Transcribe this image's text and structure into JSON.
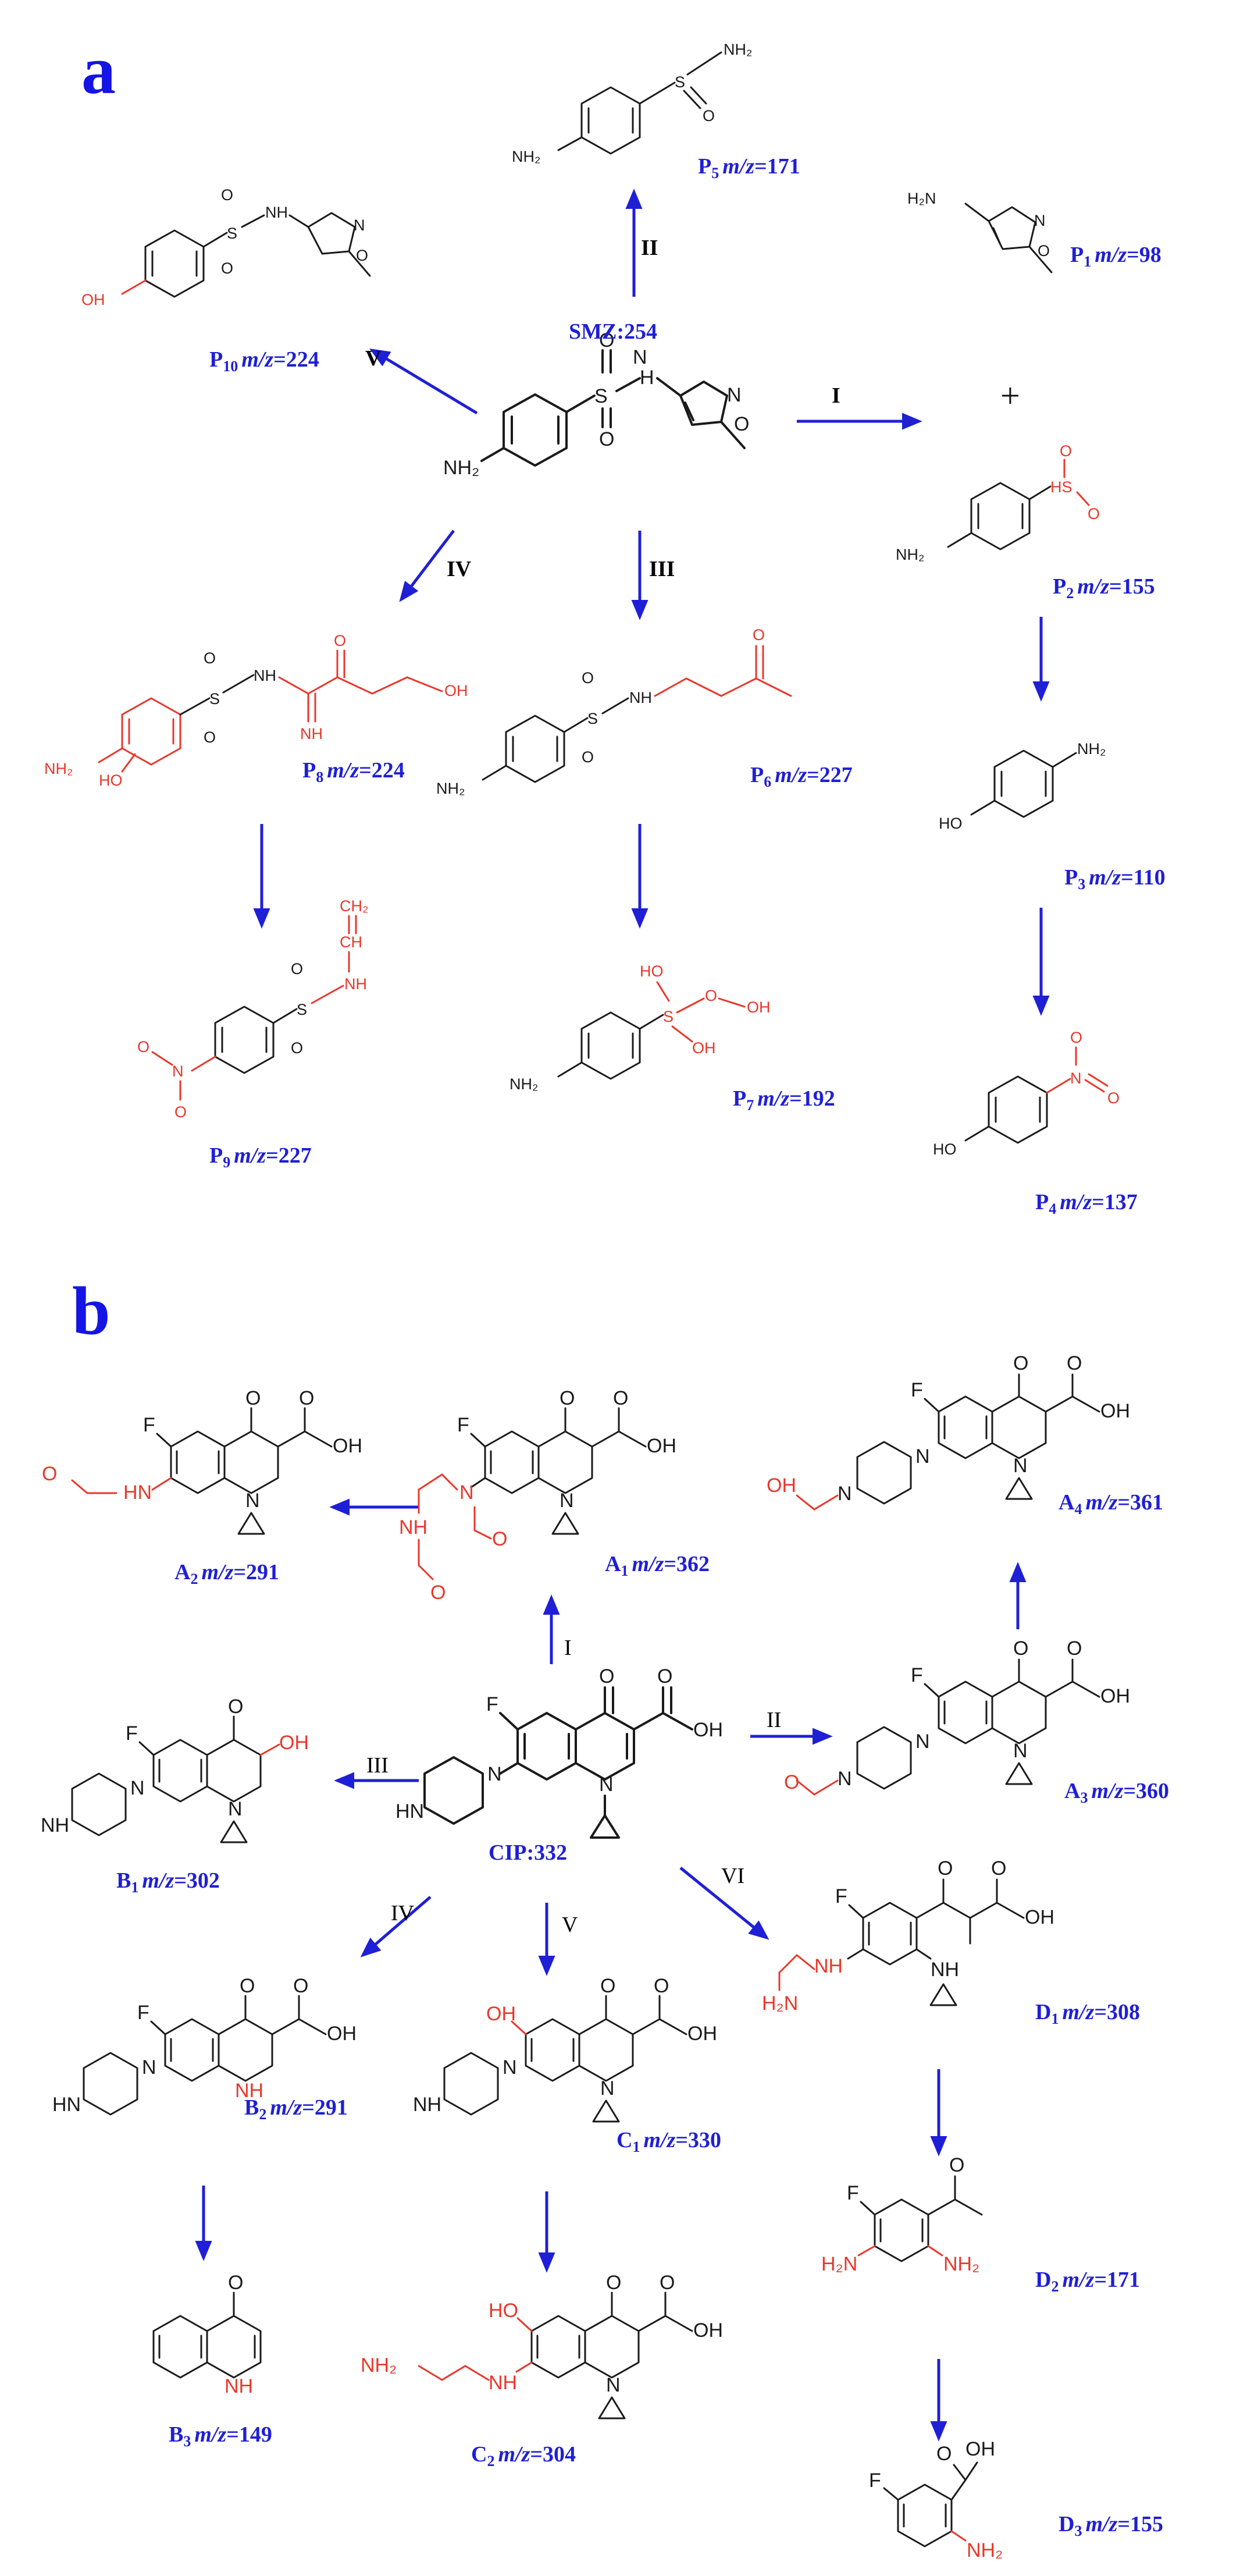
{
  "panels": {
    "a": {
      "letter": "a",
      "parent": "SMZ:254",
      "routes": [
        "I",
        "II",
        "III",
        "IV",
        "V"
      ],
      "products": [
        {
          "id": "P",
          "sub": "5",
          "mz": "=171"
        },
        {
          "id": "P",
          "sub": "1",
          "mz": "=98"
        },
        {
          "id": "P",
          "sub": "10",
          "mz": "=224"
        },
        {
          "id": "P",
          "sub": "2",
          "mz": "=155"
        },
        {
          "id": "P",
          "sub": "8",
          "mz": "=224"
        },
        {
          "id": "P",
          "sub": "6",
          "mz": "=227"
        },
        {
          "id": "P",
          "sub": "3",
          "mz": "=110"
        },
        {
          "id": "P",
          "sub": "9",
          "mz": "=227"
        },
        {
          "id": "P",
          "sub": "7",
          "mz": "=192"
        },
        {
          "id": "P",
          "sub": "4",
          "mz": "=137"
        }
      ]
    },
    "b": {
      "letter": "b",
      "parent": "CIP:332",
      "routes": [
        "I",
        "II",
        "III",
        "IV",
        "V",
        "VI"
      ],
      "products": [
        {
          "id": "A",
          "sub": "4",
          "mz": "=361"
        },
        {
          "id": "A",
          "sub": "2",
          "mz": "=291"
        },
        {
          "id": "A",
          "sub": "1",
          "mz": "=362"
        },
        {
          "id": "A",
          "sub": "3",
          "mz": "=360"
        },
        {
          "id": "B",
          "sub": "1",
          "mz": "=302"
        },
        {
          "id": "D",
          "sub": "1",
          "mz": "=308"
        },
        {
          "id": "B",
          "sub": "2",
          "mz": "=291"
        },
        {
          "id": "C",
          "sub": "1",
          "mz": "=330"
        },
        {
          "id": "D",
          "sub": "2",
          "mz": "=171"
        },
        {
          "id": "B",
          "sub": "3",
          "mz": "=149"
        },
        {
          "id": "C",
          "sub": "2",
          "mz": "=304"
        },
        {
          "id": "D",
          "sub": "3",
          "mz": "=155"
        }
      ]
    }
  },
  "mz_text": "m/z",
  "plus_sign": "+",
  "atoms": {
    "NH2": "NH₂",
    "NH2_sub": "NH",
    "sub2": "2",
    "H2N": "H₂N",
    "H2": "H₂",
    "N": "N",
    "NH": "NH",
    "HN": "HN",
    "H": "H",
    "O": "O",
    "S": "S",
    "F": "F",
    "OH": "OH",
    "HO": "HO",
    "HS": "HS",
    "CH": "CH",
    "CH2": "CH₂"
  },
  "colors": {
    "label": "#1f1fd6",
    "arrow": "#1f1fd6",
    "highlight": "#e8372b",
    "bond": "#1a1a1a"
  },
  "icons": {
    "arrow": "reaction-arrow-icon"
  }
}
